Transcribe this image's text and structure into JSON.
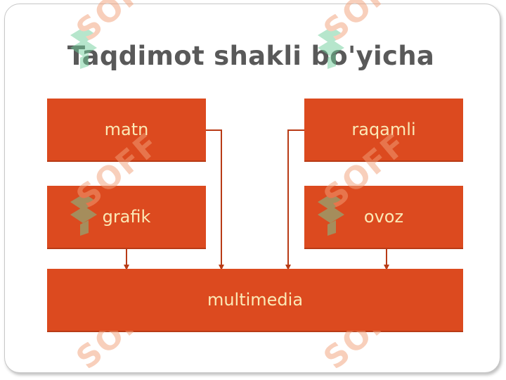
{
  "slide": {
    "title": "Taqdimot shakli bo'yicha"
  },
  "diagram": {
    "nodes": {
      "matn": "matn",
      "raqamli": "raqamli",
      "grafik": "grafik",
      "ovoz": "ovoz",
      "multimedia": "multimedia"
    },
    "edges": [
      {
        "from": "matn",
        "to": "multimedia"
      },
      {
        "from": "raqamli",
        "to": "multimedia"
      },
      {
        "from": "grafik",
        "to": "multimedia"
      },
      {
        "from": "ovoz",
        "to": "multimedia"
      }
    ]
  },
  "watermark": {
    "text": "SOFF"
  },
  "colors": {
    "box_fill": "#dc4a1f",
    "box_text": "#fbe9b6",
    "connector": "#b83b16",
    "title": "#595959",
    "watermark_green": "#6fcf9a",
    "watermark_orange": "#f2a07a"
  }
}
